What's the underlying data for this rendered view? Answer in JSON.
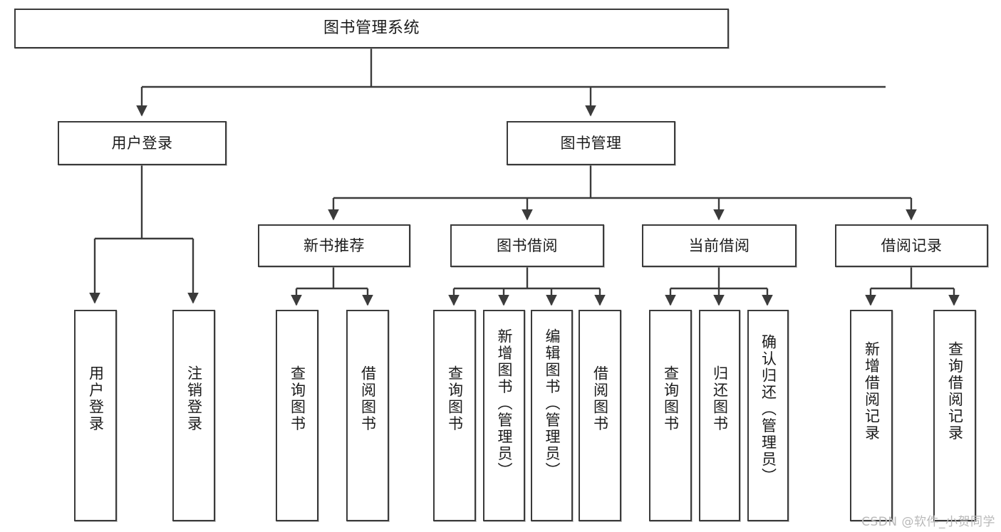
{
  "diagram": {
    "title": "图书管理系统",
    "type": "tree-hierarchy-diagram",
    "stroke_color": "#3b3b3b",
    "text_color": "#1b1b1b",
    "background_color": "#ffffff",
    "root": {
      "label": "图书管理系统"
    },
    "level2": [
      {
        "label": "用户登录"
      },
      {
        "label": "图书管理"
      }
    ],
    "level3": [
      {
        "label": "新书推荐"
      },
      {
        "label": "图书借阅"
      },
      {
        "label": "当前借阅"
      },
      {
        "label": "借阅记录"
      }
    ],
    "leaves": {
      "user_login": [
        {
          "label": "用户登录"
        },
        {
          "label": "注销登录"
        }
      ],
      "new_book_recommend": [
        {
          "label": "查询图书"
        },
        {
          "label": "借阅图书"
        }
      ],
      "book_borrow": [
        {
          "label": "查询图书"
        },
        {
          "label": "新增图书（管理员）"
        },
        {
          "label": "编辑图书（管理员）"
        },
        {
          "label": "借阅图书"
        }
      ],
      "current_borrow": [
        {
          "label": "查询图书"
        },
        {
          "label": "归还图书"
        },
        {
          "label": "确认归还（管理员）"
        }
      ],
      "borrow_record": [
        {
          "label": "新增借阅记录"
        },
        {
          "label": "查询借阅记录"
        }
      ]
    }
  },
  "watermark": {
    "text": "CSDN @软件_小贺同学"
  }
}
